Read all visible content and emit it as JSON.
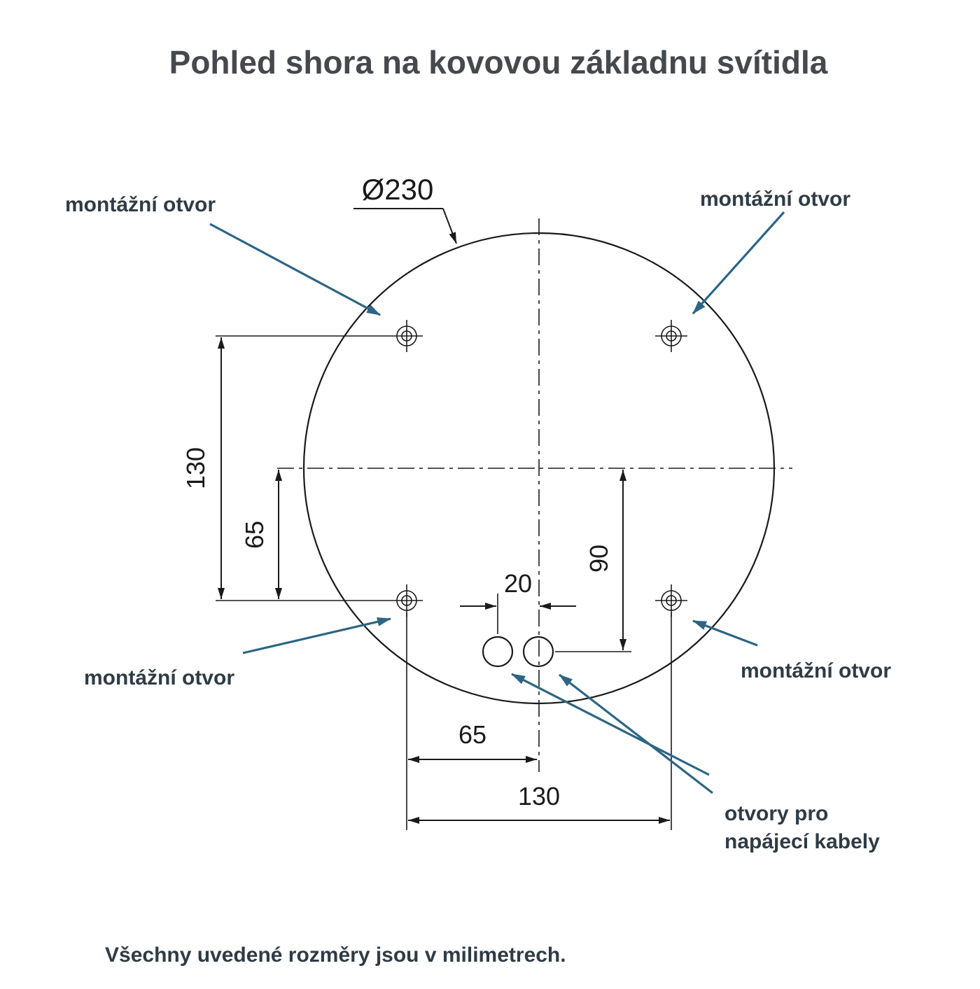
{
  "title": "Pohled shora na kovovou základnu svítidla",
  "footer": "Všechny uvedené rozměry jsou v milimetrech.",
  "colors": {
    "line": "#1a1a1a",
    "accent": "#2d6585",
    "annotation_text": "#2f3b45",
    "title_text": "#45494e",
    "background": "#ffffff"
  },
  "dimensions": {
    "diameter": "Ø230",
    "left_vertical_outer": "130",
    "left_vertical_inner": "65",
    "right_vertical": "90",
    "cable_spacing": "20",
    "bottom_inner": "65",
    "bottom_outer": "130"
  },
  "annotations": {
    "mount_top_left": "montážní otvor",
    "mount_top_right": "montážní otvor",
    "mount_bottom_left": "montážní otvor",
    "mount_bottom_right": "montážní otvor",
    "cable_line1": "otvory pro",
    "cable_line2": "napájecí kabely"
  }
}
